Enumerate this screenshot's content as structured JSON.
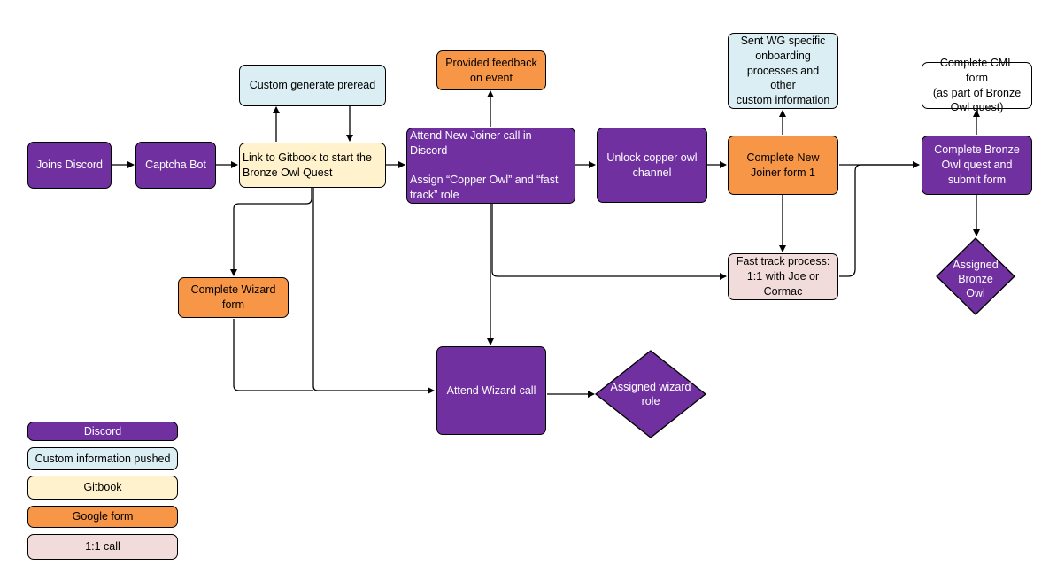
{
  "colors": {
    "discord": "#7030a0",
    "custom_information": "#dbeef3",
    "gitbook": "#fff2cc",
    "google_form": "#f79646",
    "one_to_one_call": "#f2dcdb"
  },
  "nodes": {
    "joins_discord": "Joins Discord",
    "captcha_bot": "Captcha Bot",
    "link_gitbook": "Link to Gitbook to start the\nBronze Owl Quest",
    "custom_preread": "Custom generate preread",
    "complete_wizard_form": "Complete Wizard\nform",
    "attend_new_joiner": "Attend New Joiner call in\nDiscord\n\nAssign “Copper Owl” and “fast\ntrack” role",
    "provided_feedback": "Provided feedback\non event",
    "attend_wizard_call": "Attend Wizard call",
    "assigned_wizard_role": "Assigned wizard\nrole",
    "unlock_copper_owl": "Unlock copper owl\nchannel",
    "sent_wg_specific": "Sent WG specific\nonboarding\nprocesses and other\ncustom information",
    "complete_new_joiner_form": "Complete New\nJoiner form 1",
    "fast_track_process": "Fast track process:\n1:1 with Joe or\nCormac",
    "complete_cml_form": "Complete CML form\n(as part of Bronze\nOwl quest)",
    "complete_bronze_owl": "Complete Bronze\nOwl quest and\nsubmit form",
    "assigned_bronze_owl": "Assigned\nBronze\nOwl"
  },
  "legend": {
    "discord": "Discord",
    "custom_information": "Custom information pushed",
    "gitbook": "Gitbook",
    "google_form": "Google form",
    "one_to_one_call": "1:1 call"
  }
}
